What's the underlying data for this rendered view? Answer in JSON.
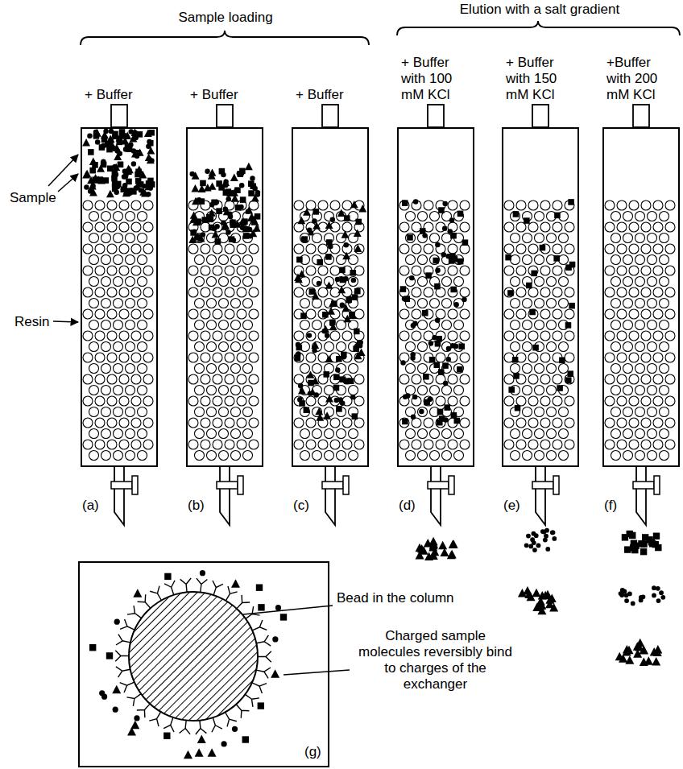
{
  "diagram": {
    "nodes": [
      {
        "text": [
          "+ Buffer",
          "(a)"
        ]
      },
      {
        "text": [
          "+ Buffer",
          "(b)"
        ]
      },
      {
        "text": [
          "+ Buffer",
          "(c)"
        ]
      },
      {
        "text": [
          "+ Buffer with 100 mM KCl",
          "(d)"
        ]
      },
      {
        "text": [
          "+ Buffer with 150 mM KCl",
          "(e)"
        ]
      },
      {
        "text": [
          "+Buffer with 200 mM KCl",
          "(f)"
        ]
      }
    ],
    "labels": [
      "Sample loading",
      "Elution with a salt gradient",
      "Sample",
      "Resin",
      "Bead in the column",
      "Charged sample molecules reversibly bind to charges of the exchanger",
      "(g)"
    ]
  }
}
